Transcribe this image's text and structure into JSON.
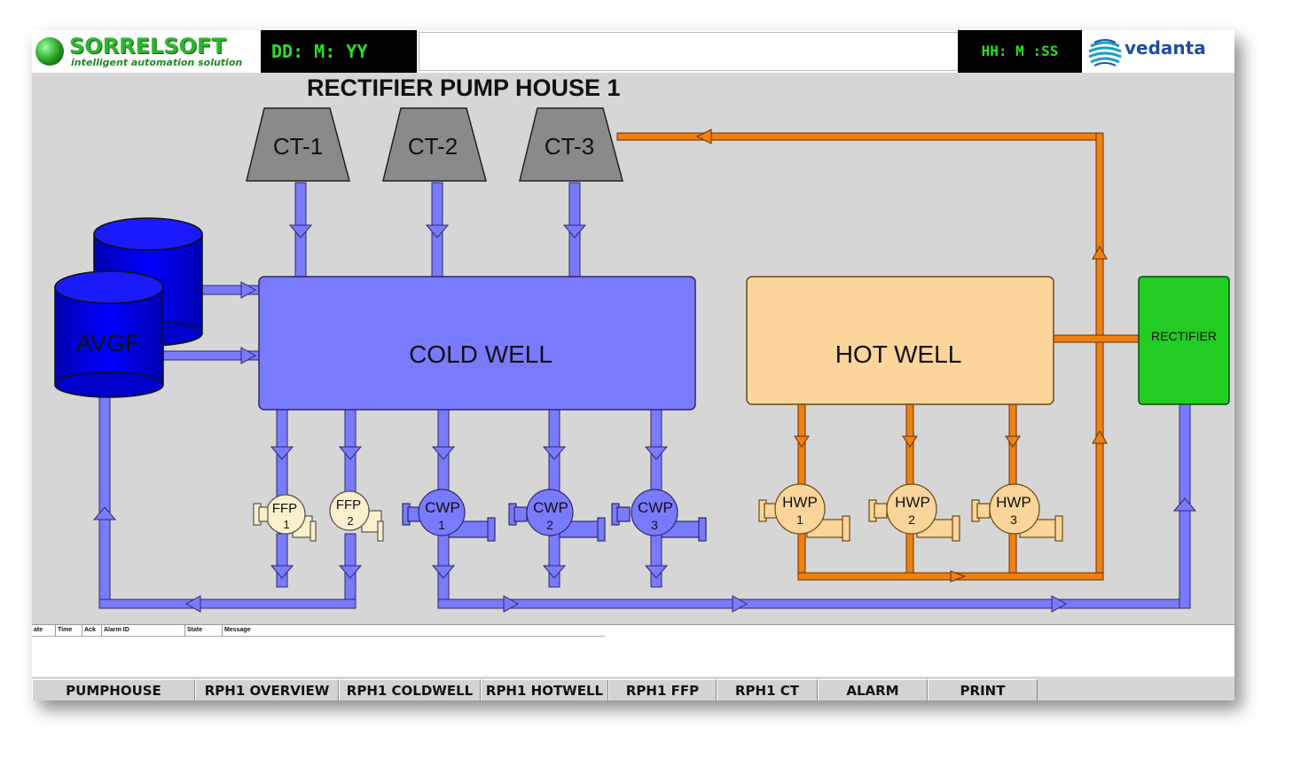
{
  "header": {
    "brand_name": "SORRELSOFT",
    "brand_tagline": "intelligent automation solution",
    "date_format": "DD: M: YY",
    "time_format": "HH: M :SS",
    "client_logo": "vedanta",
    "page_title": "RECTIFIER PUMP HOUSE 1"
  },
  "equipment": {
    "cooling_towers": [
      "CT-1",
      "CT-2",
      "CT-3"
    ],
    "avgf_label": "AVGF",
    "cold_well_label": "COLD WELL",
    "hot_well_label": "HOT WELL",
    "rectifier_label": "RECTIFIER",
    "ffp_pumps": [
      [
        "FFP",
        "1"
      ],
      [
        "FFP",
        "2"
      ]
    ],
    "cwp_pumps": [
      [
        "CWP",
        "1"
      ],
      [
        "CWP",
        "2"
      ],
      [
        "CWP",
        "3"
      ]
    ],
    "hwp_pumps": [
      [
        "HWP",
        "1"
      ],
      [
        "HWP",
        "2"
      ],
      [
        "HWP",
        "3"
      ]
    ]
  },
  "alarm_table": {
    "columns": [
      "ate",
      "Time",
      "Ack",
      "Alarm ID",
      "State",
      "Message"
    ]
  },
  "nav": [
    "PUMPHOUSE",
    "RPH1 OVERVIEW",
    "RPH1 COLDWELL",
    "RPH1 HOTWELL",
    "RPH1 FFP",
    "RPH1 CT",
    "ALARM",
    "PRINT"
  ],
  "colors": {
    "cold_water": "#7a7aff",
    "hot_water": "#f08010",
    "hot_well_fill": "#fbd59a",
    "rectifier_fill": "#22cc22",
    "avgf_fill": "#0000ee",
    "cooling_tower_fill": "#8a8a8a",
    "ffp_pump_fill": "#fbf0cc",
    "background": "#d6d6d6"
  }
}
